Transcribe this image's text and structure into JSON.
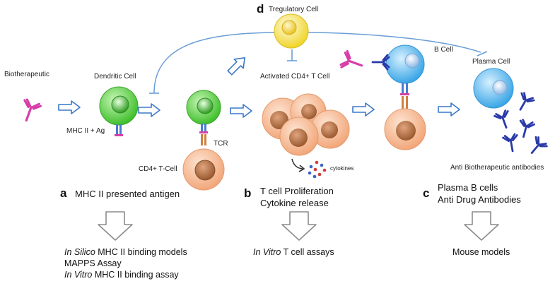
{
  "labels": {
    "biotherapeutic": "Biotherapeutic",
    "dendritic_cell": "Dendritic Cell",
    "mhc_ag": "MHC II + Ag",
    "cd4_tcell": "CD4+ T-Cell",
    "tcr": "TCR",
    "regulatory_cell": "Tregulatory Cell",
    "activated_cd4": "Activated CD4+ T Cell",
    "cytokines": "cytokines",
    "b_cell": "B Cell",
    "plasma_cell": "Plasma Cell",
    "anti_antibodies": "Anti Biotherapeutic antibodies"
  },
  "sections": {
    "a": {
      "letter": "a",
      "text": "MHC II presented antigen",
      "assays": [
        {
          "italic": "In Silico",
          "rest": " MHC II binding models"
        },
        {
          "italic": "",
          "rest": "MAPPS Assay"
        },
        {
          "italic": "In Vitro",
          "rest": " MHC II binding assay"
        }
      ]
    },
    "b": {
      "letter": "b",
      "line1": "T cell Proliferation",
      "line2": "Cytokine release",
      "assays": [
        {
          "italic": "In Vitro",
          "rest": " T cell assays"
        }
      ]
    },
    "c": {
      "letter": "c",
      "line1": "Plasma B cells",
      "line2": "Anti Drug Antibodies",
      "assays": [
        {
          "italic": "",
          "rest": "Mouse models"
        }
      ]
    },
    "d": {
      "letter": "d"
    }
  },
  "colors": {
    "antibody_pink": "#d63fa8",
    "antibody_blue": "#2a3aa8",
    "dendritic_green": "#4fcf3a",
    "tcell_peach": "#f6b88e",
    "nucleus_brown": "#a8653a",
    "treg_yellow": "#f2dc3c",
    "bcell_blue": "#4cb0e8",
    "flow_arrow": "#3a78c8",
    "inhibit_line": "#6a9ed6",
    "big_arrow_gray": "#8c8c8c"
  }
}
